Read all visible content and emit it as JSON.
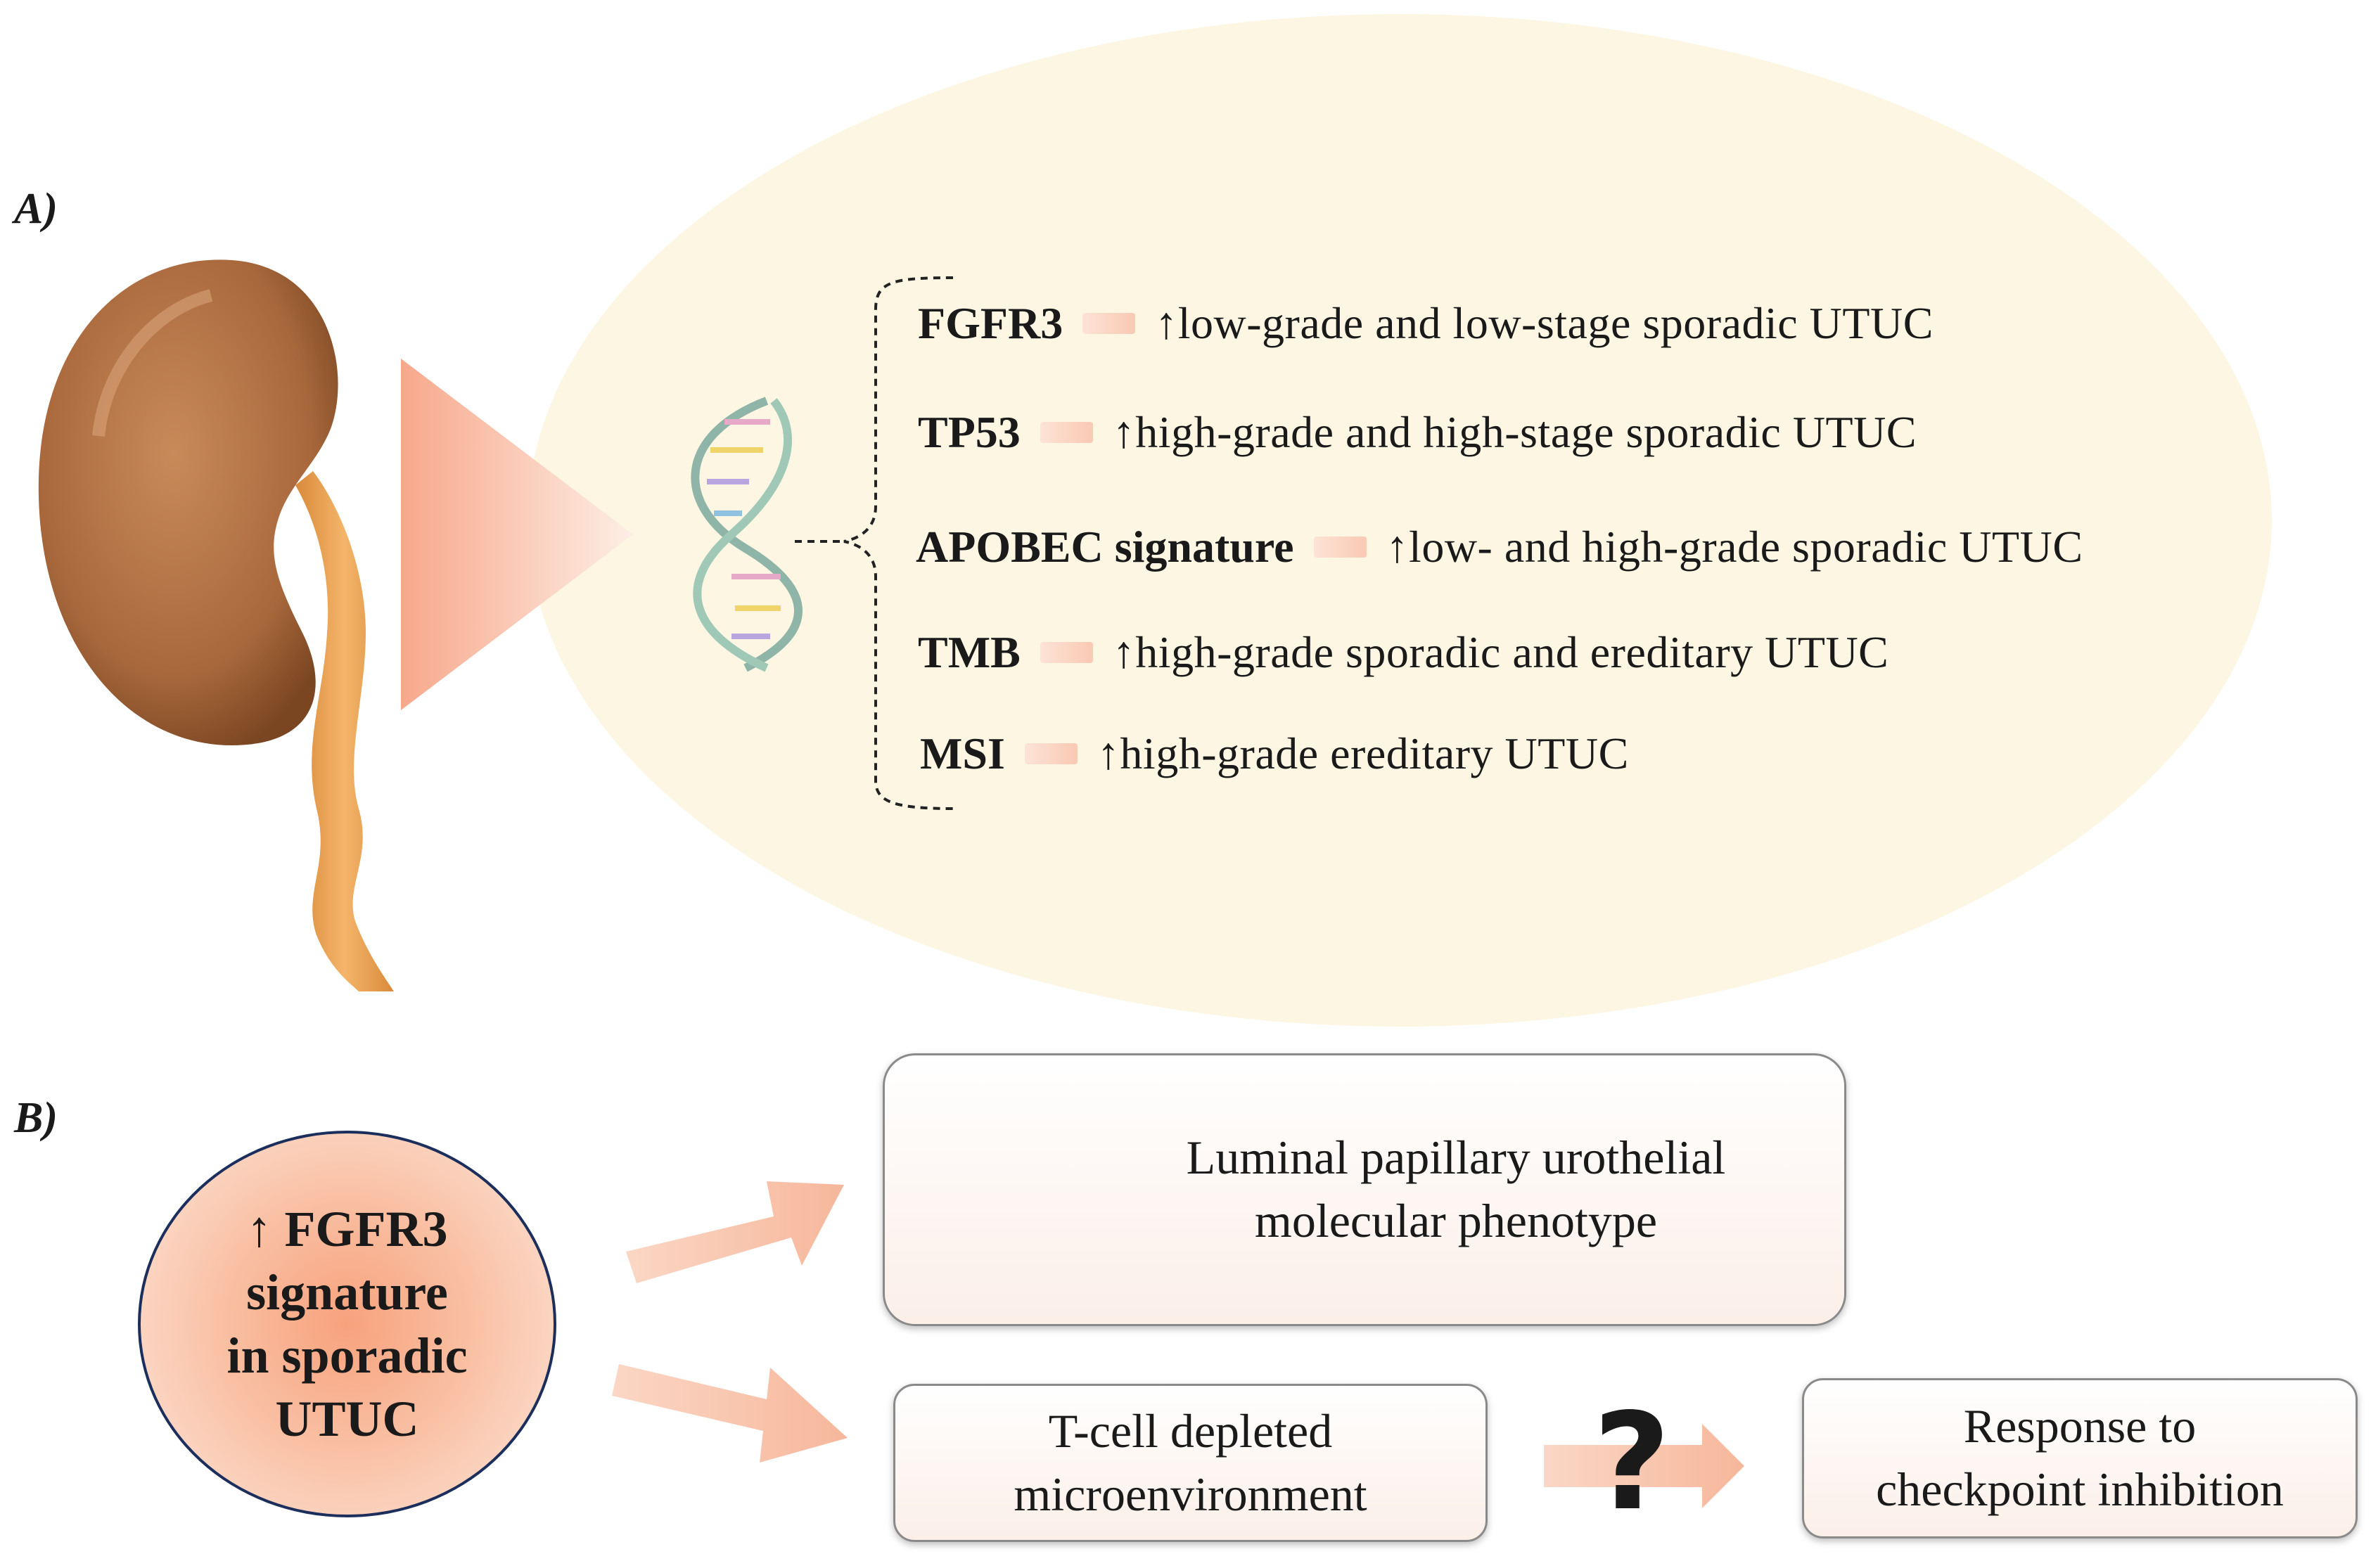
{
  "panel_a": {
    "label": "A)",
    "rows": [
      {
        "gene": "FGFR3",
        "effect": "↑low-grade and low-stage sporadic UTUC"
      },
      {
        "gene": "TP53",
        "effect": "↑high-grade and high-stage sporadic UTUC"
      },
      {
        "gene": "APOBEC signature",
        "effect": "↑low- and high-grade sporadic UTUC"
      },
      {
        "gene": "TMB",
        "effect": "↑high-grade sporadic and ereditary UTUC"
      },
      {
        "gene": "MSI",
        "effect": "↑high-grade ereditary UTUC"
      }
    ]
  },
  "panel_b": {
    "label": "B)",
    "circle_lines": [
      "↑ FGFR3",
      "signature",
      "in sporadic",
      "UTUC"
    ],
    "luminal_lines": [
      "Luminal papillary urothelial",
      "molecular phenotype"
    ],
    "tcell_lines": [
      "T-cell depleted",
      "microenvironment"
    ],
    "question": "?",
    "response_lines": [
      "Response to",
      "checkpoint inhibition"
    ]
  },
  "icons": [
    "kidney-ureter-illustration",
    "dna-helix-icon",
    "cell-icon"
  ],
  "colors": {
    "oval": "#fdf6e3",
    "arrow": "#f9c9b3",
    "circle_border": "#1c2f5c"
  }
}
